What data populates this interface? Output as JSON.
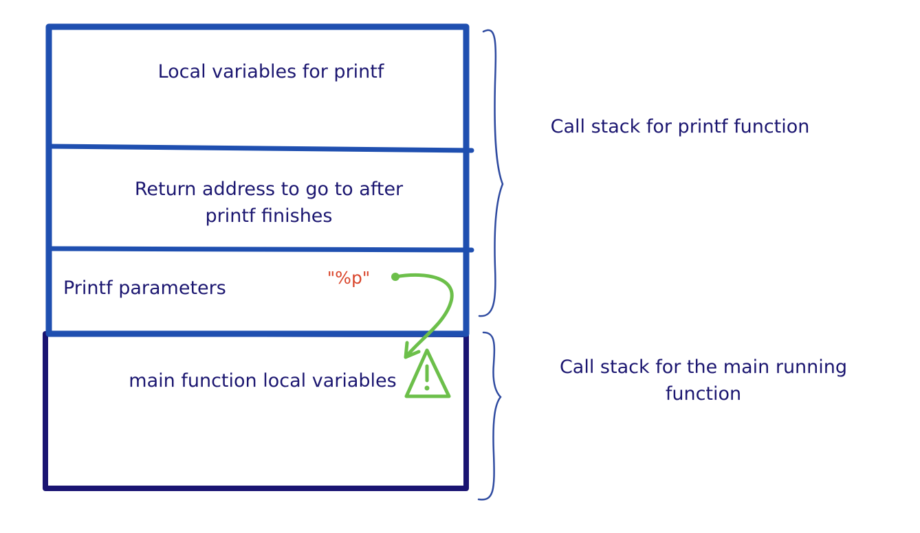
{
  "stack_frames": {
    "printf": {
      "local_variables": "Local variables for printf",
      "return_address_line1": "Return address to go to after",
      "return_address_line2": "printf finishes",
      "parameters": "Printf parameters",
      "format_string": "\"%p\"",
      "brace_label": "Call stack for printf function"
    },
    "main": {
      "local_variables": "main function local variables",
      "brace_label_line1": "Call stack for the main running",
      "brace_label_line2": "function"
    }
  },
  "icons": {
    "warning": "warning-triangle-icon",
    "arrow": "curved-arrow-icon"
  },
  "colors": {
    "printf_frame_border": "#1f4fb0",
    "main_frame_border": "#1a1472",
    "text": "#1b1670",
    "format_string": "#d9452b",
    "arrow_and_warning": "#6cbf4a",
    "brace": "#2e4aa0"
  }
}
